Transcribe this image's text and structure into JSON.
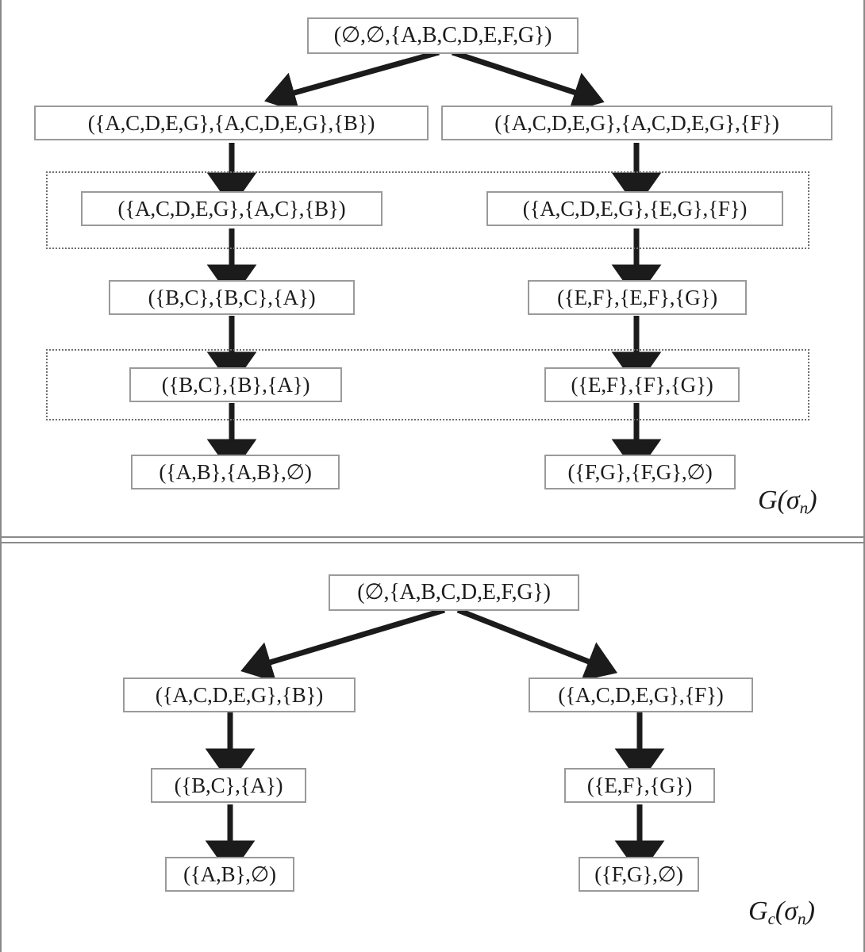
{
  "figure": {
    "type": "diagram",
    "description": "Two layered directed tree diagrams of state triples/pairs",
    "panels": [
      {
        "id": "top",
        "caption": "G(σ",
        "caption_sub": "n",
        "caption_tail": ")",
        "nodes": {
          "root": "(∅,∅,{A,B,C,D,E,F,G})",
          "left_l2": "({A,C,D,E,G},{A,C,D,E,G},{B})",
          "right_l2": "({A,C,D,E,G},{A,C,D,E,G},{F})",
          "left_l3": "({A,C,D,E,G},{A,C},{B})",
          "right_l3": "({A,C,D,E,G},{E,G},{F})",
          "left_l4": "({B,C},{B,C},{A})",
          "right_l4": "({E,F},{E,F},{G})",
          "left_l5": "({B,C},{B},{A})",
          "right_l5": "({E,F},{F},{G})",
          "left_l6": "({A,B},{A,B},∅)",
          "right_l6": "({F,G},{F,G},∅)"
        }
      },
      {
        "id": "bottom",
        "caption": "G",
        "caption_sub": "c",
        "caption_tail": "(σ",
        "caption_sub2": "n",
        "caption_tail2": ")",
        "nodes": {
          "root": "(∅,{A,B,C,D,E,F,G})",
          "left_l2": "({A,C,D,E,G},{B})",
          "right_l2": "({A,C,D,E,G},{F})",
          "left_l3": "({B,C},{A})",
          "right_l3": "({E,F},{G})",
          "left_l4": "({A,B},∅)",
          "right_l4": "({F,G},∅)"
        }
      }
    ]
  },
  "colors": {
    "arrow": "#1b1b1b",
    "node_border": "#9a9a9a",
    "dotted_border": "#6f6f6f",
    "frame": "#8a8a8a",
    "text": "#1b1b1b",
    "background": "#ffffff"
  }
}
